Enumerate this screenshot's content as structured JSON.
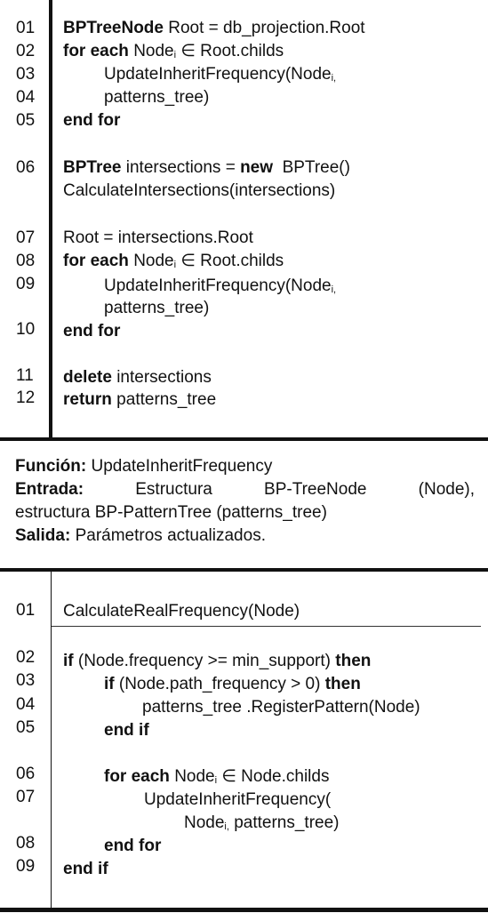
{
  "listing1": {
    "lines": [
      {
        "num": "01",
        "kw": "BPTreeNode",
        "text": " Root = db_projection.Root"
      },
      {
        "num": "02",
        "kw": "for each",
        "text": " Node",
        "sub": "i",
        "text2": " ∈ Root.childs"
      },
      {
        "num": "03",
        "text": "UpdateInheritFrequency(Node",
        "sub": "i,"
      },
      {
        "num": "04",
        "text": "patterns_tree)"
      },
      {
        "num": "05",
        "kw": "end for"
      },
      {
        "num": "06",
        "kw": "BPTree",
        "text": " intersections = ",
        "kw2": "new",
        "text2": "  BPTree()"
      },
      {
        "text": "CalculateIntersections(intersections)"
      },
      {
        "num": "07",
        "text": "Root = intersections.Root"
      },
      {
        "num": "08",
        "kw": "for each",
        "text": " Node",
        "sub": "i",
        "text2": " ∈ Root.childs"
      },
      {
        "num": "09",
        "text": "UpdateInheritFrequency(Node",
        "sub": "i,"
      },
      {
        "text": "patterns_tree)"
      },
      {
        "num": "10",
        "kw": "end for"
      },
      {
        "num": "11",
        "kw": "delete",
        "text": " intersections"
      },
      {
        "num": "12",
        "kw": "return",
        "text": " patterns_tree"
      }
    ]
  },
  "function_header": {
    "funcion_label": "Función:",
    "funcion_value": " UpdateInheritFrequency",
    "entrada_label": "Entrada:",
    "entrada_value_a": "Estructura",
    "entrada_value_b": "BP-TreeNode",
    "entrada_value_c": "(Node),",
    "entrada_line2": "estructura BP-PatternTree (patterns_tree)",
    "salida_label": "Salida:",
    "salida_value": " Parámetros actualizados."
  },
  "listing2": {
    "lines": [
      {
        "num": "01",
        "text": "CalculateRealFrequency(Node)"
      },
      {
        "num": "02",
        "kw": "if",
        "text": " (Node.frequency >= min_support) ",
        "kw2": "then"
      },
      {
        "num": "03",
        "kw": "if",
        "text": " (Node.path_frequency > 0) ",
        "kw2": "then"
      },
      {
        "num": "04",
        "text": "patterns_tree .RegisterPattern(Node)"
      },
      {
        "num": "05",
        "kw": "end if"
      },
      {
        "num": "06",
        "kw": "for each",
        "text": " Node",
        "sub": "i",
        "text2": " ∈ Node.childs"
      },
      {
        "num": "07",
        "text": "UpdateInheritFrequency("
      },
      {
        "text": "Node",
        "sub": "i,",
        "text2": " patterns_tree)"
      },
      {
        "num": "08",
        "kw": "end for"
      },
      {
        "num": "09",
        "kw": "end if"
      }
    ]
  }
}
